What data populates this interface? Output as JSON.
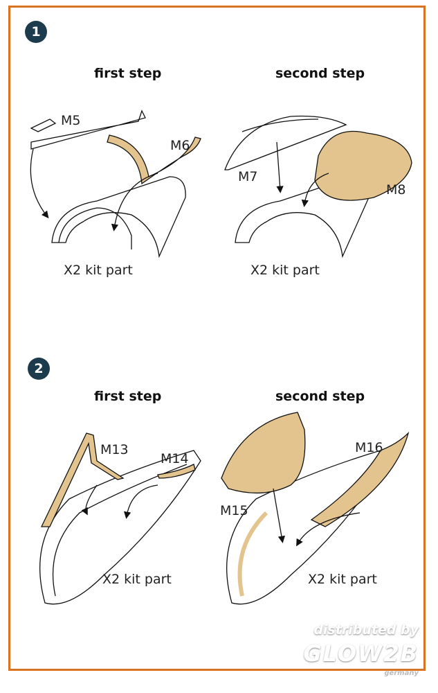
{
  "panels": [
    {
      "number": "1",
      "first_step": "first step",
      "second_step": "second step",
      "labels": {
        "a": "M5",
        "b": "M6",
        "c": "M7",
        "d": "M8",
        "kit1": "X2 kit part",
        "kit2": "X2 kit part"
      }
    },
    {
      "number": "2",
      "first_step": "first step",
      "second_step": "second step",
      "labels": {
        "a": "M13",
        "b": "M14",
        "c": "M15",
        "d": "M16",
        "kit1": "X2 kit part",
        "kit2": "X2 kit part"
      }
    }
  ],
  "watermark": {
    "line1": "distributed by",
    "line2": "GLOW2B",
    "line3": "germany"
  },
  "colors": {
    "border": "#d9731f",
    "badge": "#1c3b4c",
    "mask": "#e3c48f"
  }
}
